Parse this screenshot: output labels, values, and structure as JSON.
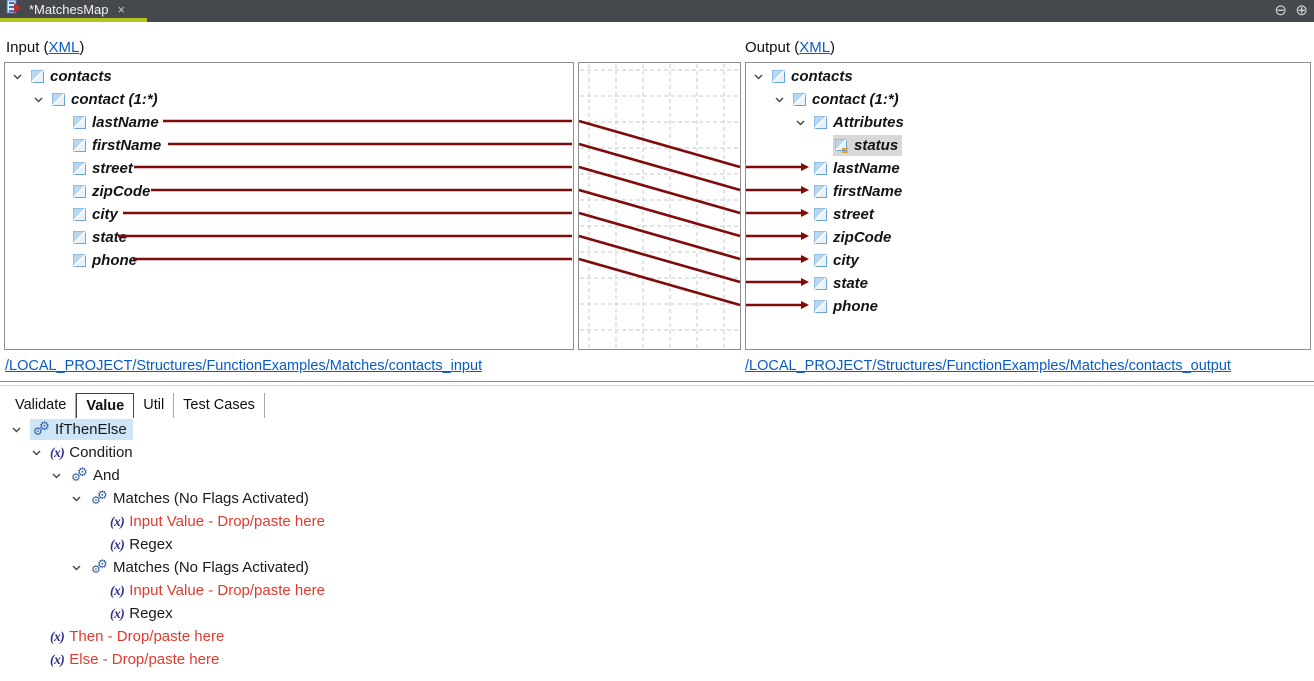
{
  "tab": {
    "title": "*MatchesMap",
    "close_icon": "×"
  },
  "window_controls": {
    "collapse_icon": "⊖",
    "expand_icon": "⊕"
  },
  "input_section": {
    "prefix": "Input (",
    "xml_link": "XML",
    "suffix": ")",
    "path": "/LOCAL_PROJECT/Structures/FunctionExamples/Matches/contacts_input"
  },
  "output_section": {
    "prefix": "Output (",
    "xml_link": "XML",
    "suffix": ")",
    "path": "/LOCAL_PROJECT/Structures/FunctionExamples/Matches/contacts_output"
  },
  "input_tree": {
    "rows": [
      {
        "label": "contacts"
      },
      {
        "label": "contact (1:*)"
      },
      {
        "label": "lastName"
      },
      {
        "label": "firstName"
      },
      {
        "label": "street"
      },
      {
        "label": "zipCode"
      },
      {
        "label": "city"
      },
      {
        "label": "state"
      },
      {
        "label": "phone"
      }
    ]
  },
  "output_tree": {
    "rows": [
      {
        "label": "contacts"
      },
      {
        "label": "contact (1:*)"
      },
      {
        "label": "Attributes"
      },
      {
        "label": "status"
      },
      {
        "label": "lastName"
      },
      {
        "label": "firstName"
      },
      {
        "label": "street"
      },
      {
        "label": "zipCode"
      },
      {
        "label": "city"
      },
      {
        "label": "state"
      },
      {
        "label": "phone"
      }
    ]
  },
  "connections": [
    {
      "from": "lastName",
      "to": "lastName"
    },
    {
      "from": "firstName",
      "to": "firstName"
    },
    {
      "from": "street",
      "to": "street"
    },
    {
      "from": "zipCode",
      "to": "zipCode"
    },
    {
      "from": "city",
      "to": "city"
    },
    {
      "from": "state",
      "to": "state"
    },
    {
      "from": "phone",
      "to": "phone"
    }
  ],
  "bottom_tabs": [
    {
      "label": "Validate",
      "active": false
    },
    {
      "label": "Value",
      "active": true
    },
    {
      "label": "Util",
      "active": false
    },
    {
      "label": "Test Cases",
      "active": false
    }
  ],
  "function_tree": {
    "rows": [
      {
        "label": "IfThenElse"
      },
      {
        "label": "Condition"
      },
      {
        "label": "And"
      },
      {
        "label": "Matches (No Flags Activated)"
      },
      {
        "label": "Input Value - Drop/paste here"
      },
      {
        "label": "Regex"
      },
      {
        "label": "Matches (No Flags Activated)"
      },
      {
        "label": "Input Value - Drop/paste here"
      },
      {
        "label": "Regex"
      },
      {
        "label": "Then - Drop/paste here"
      },
      {
        "label": "Else - Drop/paste here"
      }
    ]
  },
  "icons": {
    "fx_glyph": "(x)",
    "gear_glyph": "⚙",
    "element_icon": "xml-element-icon",
    "attribute_icon": "xml-attribute-icon"
  },
  "colors": {
    "connector": "#7f0a0a",
    "tab_underline": "#b4c41f",
    "titlebar_bg": "#45494d",
    "link": "#0a5bc4",
    "red_text": "#e03a2f",
    "selection": "#cde5f7",
    "status_highlight": "#d8d8d8",
    "grid_dash": "#c9c9c9"
  }
}
